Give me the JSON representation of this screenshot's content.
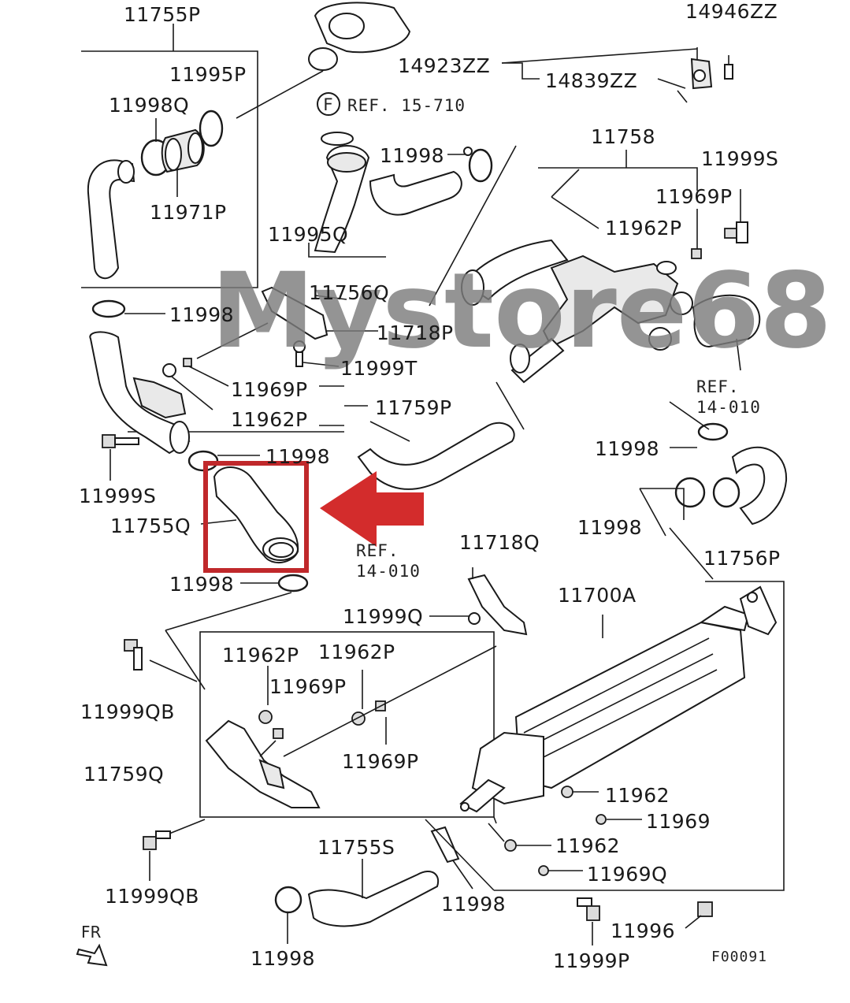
{
  "labels": {
    "p11755P": "11755P",
    "p14946ZZ": "14946ZZ",
    "p11995P": "11995P",
    "p14923ZZ": "14923ZZ",
    "p14839ZZ": "14839ZZ",
    "p11998Q": "11998Q",
    "pRefF": "F",
    "pRef15": "REF. 15-710",
    "p11998_a": "11998",
    "p11758": "11758",
    "p11999S_a": "11999S",
    "p11971P": "11971P",
    "p11969P_a": "11969P",
    "p11962P_a": "11962P",
    "p11995Q": "11995Q",
    "p11756Q": "11756Q",
    "p11998_b": "11998",
    "p11718P": "11718P",
    "p11999T": "11999T",
    "pRef14a_1": "REF.",
    "pRef14a_2": "14-010",
    "p11969P_b": "11969P",
    "p11962P_b": "11962P",
    "p11759P": "11759P",
    "p11998_c": "11998",
    "p11998_d": "11998",
    "p11999S_b": "11999S",
    "p11755Q": "11755Q",
    "p11998_e": "11998",
    "pRef14b_1": "REF.",
    "pRef14b_2": "14-010",
    "p11718Q": "11718Q",
    "p11756P": "11756P",
    "p11998_f": "11998",
    "p11700A": "11700A",
    "p11999Q": "11999Q",
    "p11962P_c": "11962P",
    "p11962P_d": "11962P",
    "p11969P_c": "11969P",
    "p11999QB_a": "11999QB",
    "p11969P_d": "11969P",
    "p11759Q": "11759Q",
    "p11962_a": "11962",
    "p11969": "11969",
    "p11962_b": "11962",
    "p11755S": "11755S",
    "p11969Q": "11969Q",
    "p11999QB_b": "11999QB",
    "p11998_g": "11998",
    "p11996": "11996",
    "pFR": "FR",
    "p11998_h": "11998",
    "p11999P": "11999P",
    "pCode": "F00091"
  },
  "watermark": "Mystore68",
  "colors": {
    "highlight": "#c0282b",
    "arrow": "#d32c2c",
    "watermark": "#7d7d7d",
    "line": "#1a1a1a"
  }
}
